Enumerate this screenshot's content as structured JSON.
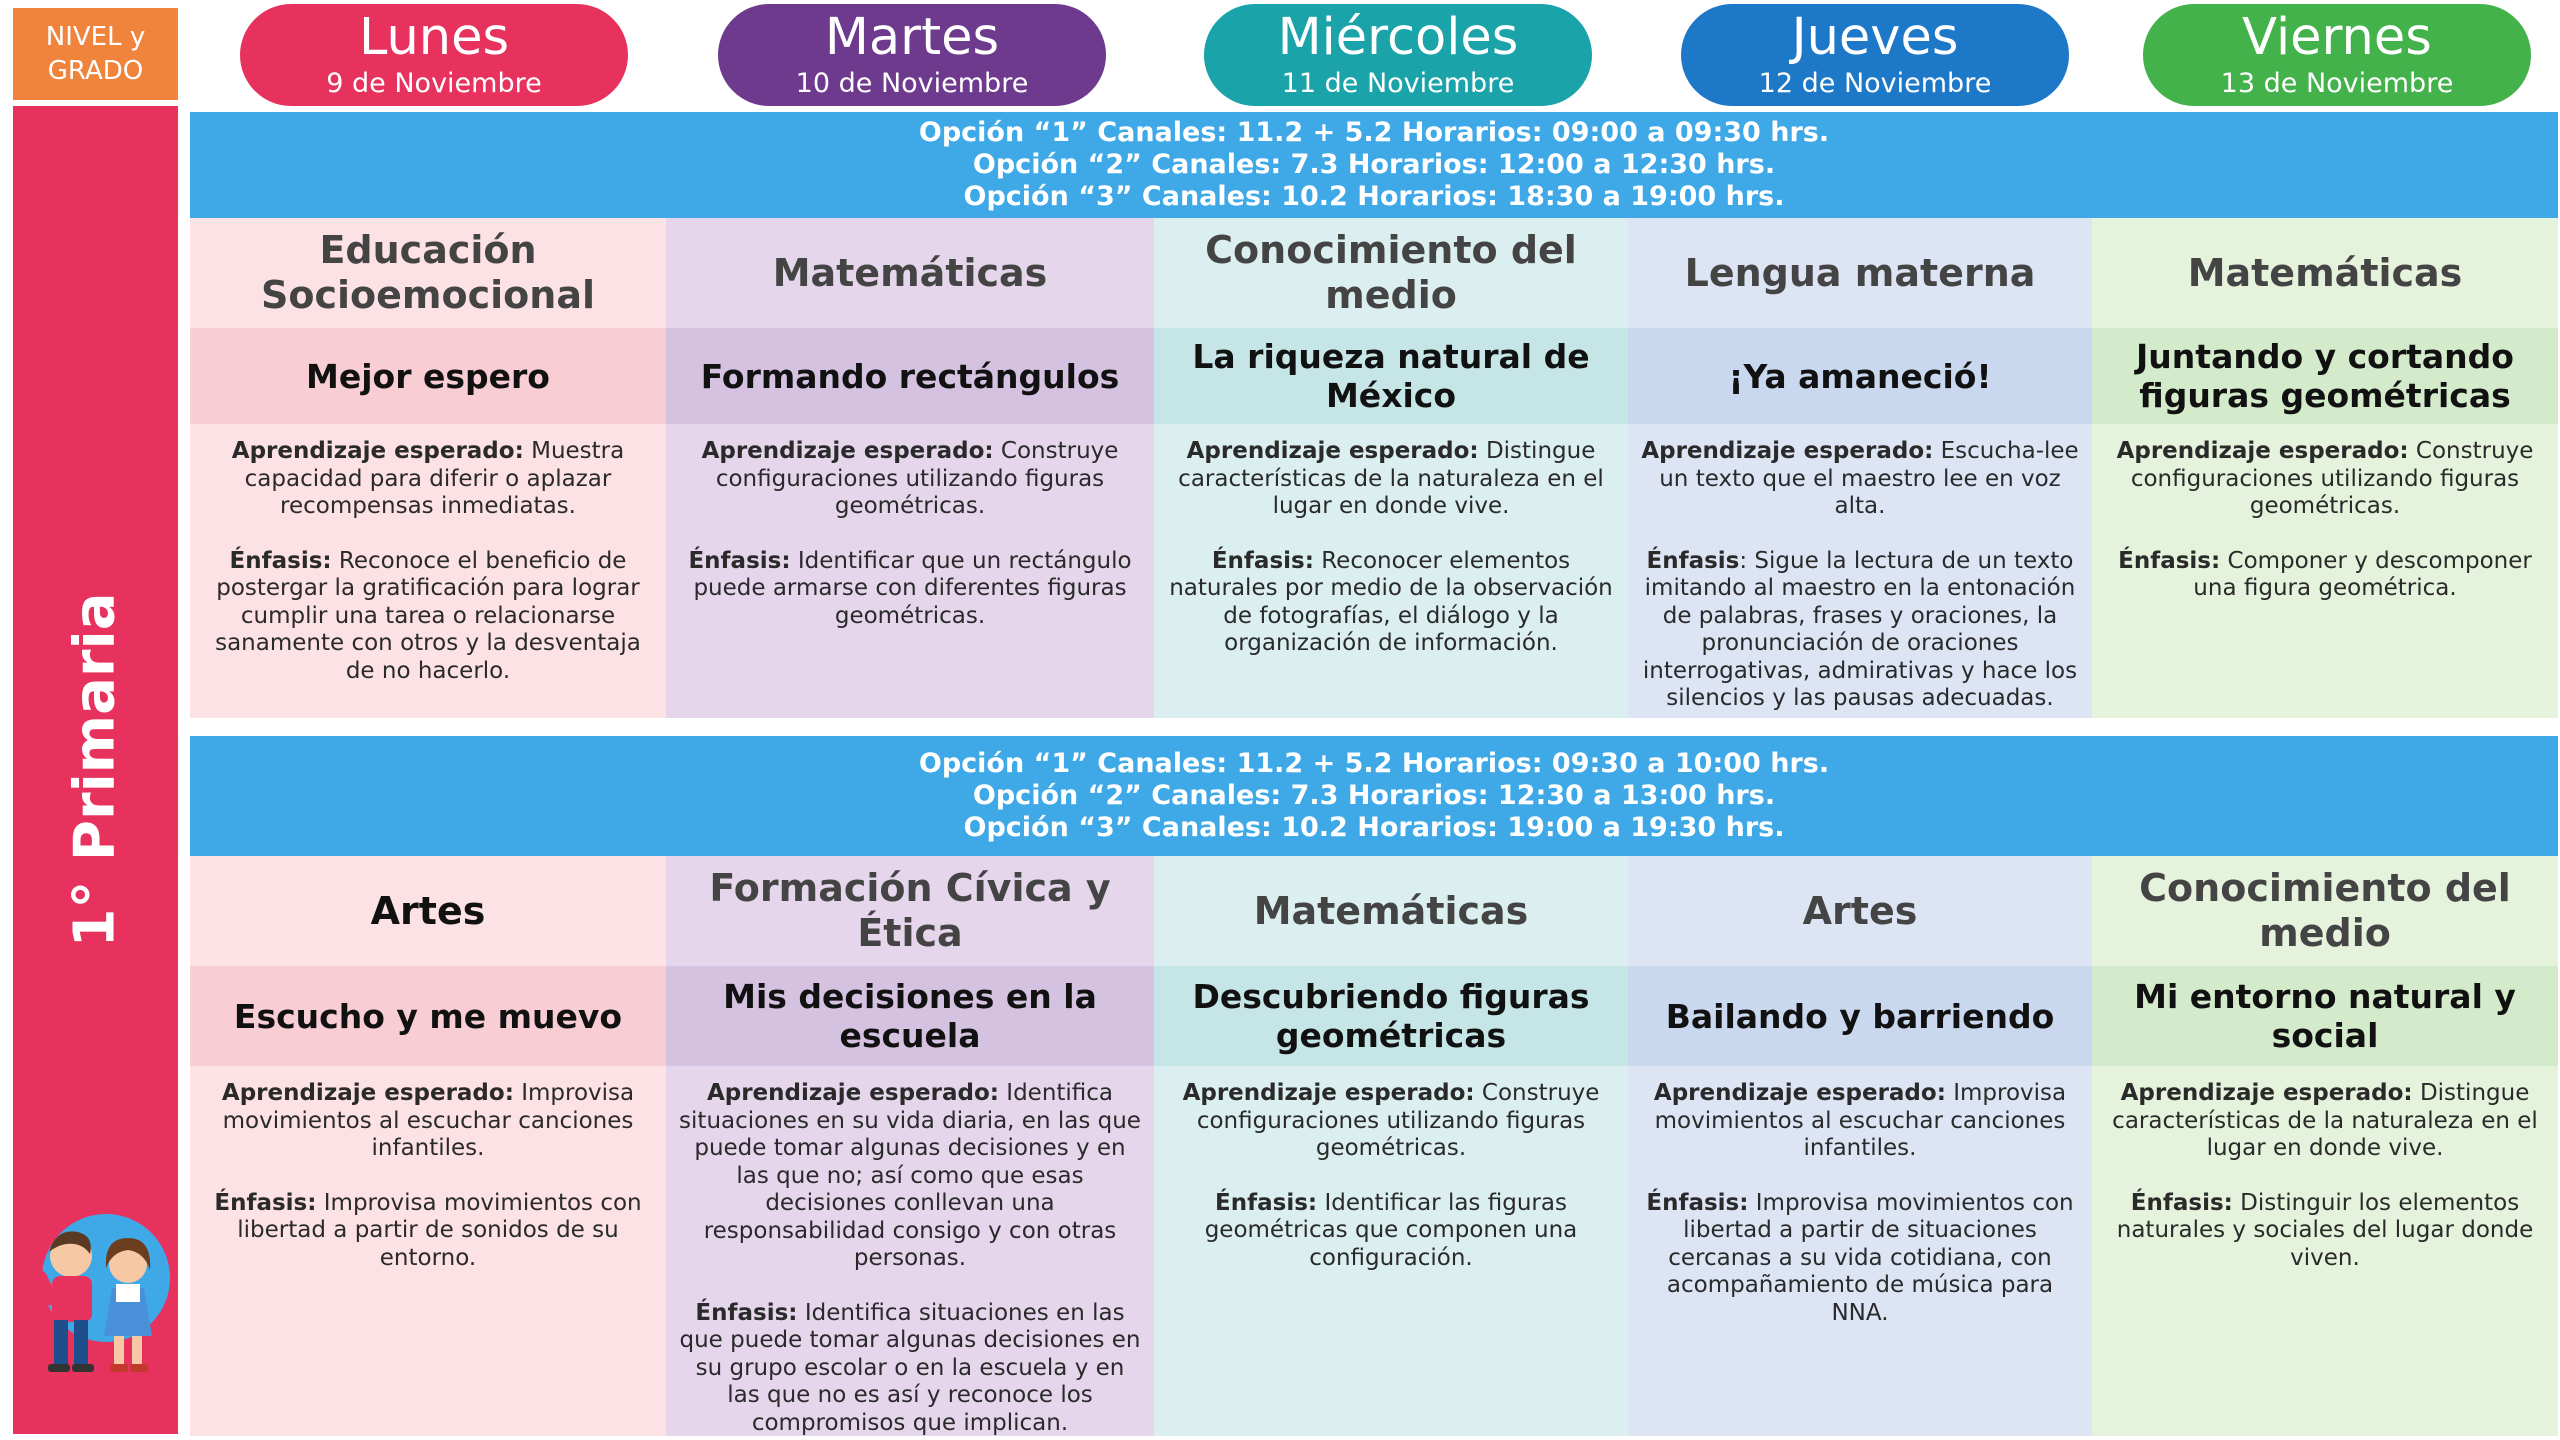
{
  "header": {
    "level_label": "NIVEL y GRADO",
    "days": [
      {
        "name": "Lunes",
        "date": "9 de Noviembre",
        "color": "#E8325E"
      },
      {
        "name": "Martes",
        "date": "10 de Noviembre",
        "color": "#6E3A8E"
      },
      {
        "name": "Miércoles",
        "date": "11 de Noviembre",
        "color": "#1AA3A8"
      },
      {
        "name": "Jueves",
        "date": "12 de Noviembre",
        "color": "#1E78C8"
      },
      {
        "name": "Viernes",
        "date": "13 de Noviembre",
        "color": "#43B24B"
      }
    ]
  },
  "side_label": "1° Primaria",
  "colors": {
    "banner": "#3FA9E8",
    "columns": [
      {
        "subject": "#FCE1E5",
        "topic": "#F8CDD4",
        "desc": "#FCE1E5"
      },
      {
        "subject": "#E5D6EC",
        "topic": "#D5C1E0",
        "desc": "#E5D6EC"
      },
      {
        "subject": "#DCEFF0",
        "topic": "#C6E5E7",
        "desc": "#DCEFF0"
      },
      {
        "subject": "#DDE5F5",
        "topic": "#C9D8EF",
        "desc": "#DDE5F5"
      },
      {
        "subject": "#E5F2DC",
        "topic": "#D3EACB",
        "desc": "#E5F2DC"
      }
    ]
  },
  "blocks": [
    {
      "options": [
        "Opción “1”  Canales: 11.2 + 5.2 Horarios: 09:00 a 09:30 hrs.",
        "Opción “2”  Canales: 7.3 Horarios: 12:00 a 12:30 hrs.",
        "Opción “3”  Canales: 10.2 Horarios: 18:30 a 19:00 hrs."
      ],
      "columns": [
        {
          "subject": "Educación Socioemocional",
          "topic": "Mejor espero",
          "aprendizaje_label": "Aprendizaje esperado:",
          "aprendizaje": "Muestra capacidad para diferir o aplazar recompensas inmediatas.",
          "enfasis_label": "Énfasis:",
          "enfasis": "Reconoce el beneficio de postergar la gratificación para lograr cumplir una tarea o relacionarse sanamente con otros y la desventaja de no hacerlo."
        },
        {
          "subject": "Matemáticas",
          "topic": "Formando rectángulos",
          "aprendizaje_label": "Aprendizaje esperado:",
          "aprendizaje": "Construye configuraciones utilizando figuras geométricas.",
          "enfasis_label": "Énfasis:",
          "enfasis": "Identificar que un rectángulo puede armarse con diferentes figuras geométricas."
        },
        {
          "subject": "Conocimiento del medio",
          "topic": "La riqueza natural de México",
          "aprendizaje_label": "Aprendizaje esperado:",
          "aprendizaje": "Distingue características de la naturaleza en el lugar en donde vive.",
          "enfasis_label": "Énfasis:",
          "enfasis": "Reconocer elementos naturales por medio de la observación de fotografías, el diálogo y la organización de información."
        },
        {
          "subject": "Lengua materna",
          "topic": "¡Ya amaneció!",
          "aprendizaje_label": "Aprendizaje esperado:",
          "aprendizaje": "Escucha-lee un texto que el maestro lee en voz alta.",
          "enfasis_label": "Énfasis",
          "enfasis": ": Sigue la lectura de un texto imitando al maestro en la entonación de palabras, frases y oraciones, la pronunciación de oraciones interrogativas, admirativas y hace los silencios y las pausas adecuadas."
        },
        {
          "subject": "Matemáticas",
          "topic": "Juntando y cortando figuras geométricas",
          "aprendizaje_label": "Aprendizaje esperado:",
          "aprendizaje": "Construye configuraciones utilizando figuras geométricas.",
          "enfasis_label": "Énfasis:",
          "enfasis": "Componer y descomponer una figura geométrica."
        }
      ]
    },
    {
      "options": [
        "Opción “1”  Canales: 11.2 + 5.2 Horarios: 09:30 a 10:00 hrs.",
        "Opción “2”  Canales: 7.3 Horarios: 12:30 a 13:00 hrs.",
        "Opción “3”  Canales: 10.2 Horarios: 19:00 a 19:30 hrs."
      ],
      "columns": [
        {
          "subject": "Artes",
          "topic": "Escucho y me muevo",
          "aprendizaje_label": "Aprendizaje esperado:",
          "aprendizaje": "Improvisa movimientos al escuchar canciones infantiles.",
          "enfasis_label": "Énfasis:",
          "enfasis": "Improvisa movimientos con libertad a partir de sonidos de su entorno."
        },
        {
          "subject": "Formación Cívica y Ética",
          "topic": "Mis decisiones en la escuela",
          "aprendizaje_label": "Aprendizaje esperado:",
          "aprendizaje": "Identifica situaciones en su vida diaria, en las que puede tomar algunas decisiones y en las que no; así como que esas decisiones conllevan una responsabilidad consigo y con otras personas.",
          "enfasis_label": "Énfasis:",
          "enfasis": "Identifica situaciones en las que puede tomar algunas decisiones en su grupo escolar o en la escuela y en las que no es así y reconoce los compromisos que implican."
        },
        {
          "subject": "Matemáticas",
          "topic": "Descubriendo figuras geométricas",
          "aprendizaje_label": "Aprendizaje esperado:",
          "aprendizaje": "Construye configuraciones utilizando figuras geométricas.",
          "enfasis_label": "Énfasis:",
          "enfasis": "Identificar las figuras geométricas que componen una configuración."
        },
        {
          "subject": "Artes",
          "topic": "Bailando y barriendo",
          "aprendizaje_label": "Aprendizaje esperado:",
          "aprendizaje": "Improvisa movimientos al escuchar canciones infantiles.",
          "enfasis_label": "Énfasis:",
          "enfasis": "Improvisa movimientos con libertad a partir de situaciones cercanas a su vida cotidiana, con acompañamiento de música para NNA."
        },
        {
          "subject": "Conocimiento del medio",
          "topic": "Mi entorno natural y social",
          "aprendizaje_label": "Aprendizaje esperado:",
          "aprendizaje": "Distingue características de la naturaleza en el lugar en donde vive.",
          "enfasis_label": "Énfasis:",
          "enfasis": "Distinguir los elementos naturales y sociales del lugar donde viven."
        }
      ]
    }
  ]
}
